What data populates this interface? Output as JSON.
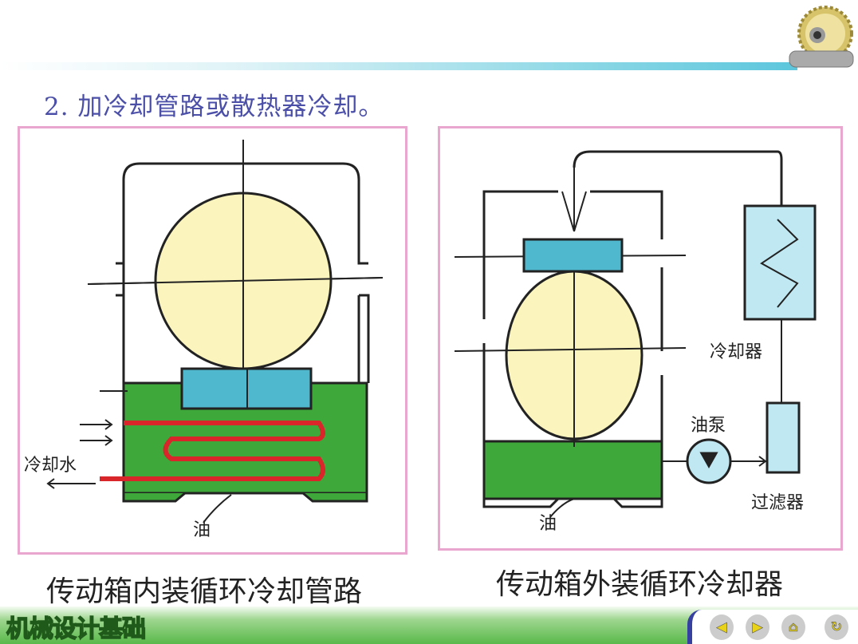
{
  "slide": {
    "title": "2. 加冷却管路或散热器冷却。"
  },
  "left_figure": {
    "caption": "传动箱内装循环冷却管路",
    "labels": {
      "cooling_water": "冷却水",
      "oil": "油"
    }
  },
  "right_figure": {
    "caption": "传动箱外装循环冷却器",
    "labels": {
      "cooler": "冷却器",
      "pump": "油泵",
      "filter": "过滤器",
      "oil": "油"
    }
  },
  "footer": {
    "brand": "机械设计基础",
    "nav": [
      {
        "icon": "prev-icon",
        "glyph": "◀"
      },
      {
        "icon": "next-icon",
        "glyph": "▶"
      },
      {
        "icon": "home-icon",
        "glyph": "⌂"
      },
      {
        "icon": "return-icon",
        "glyph": "↻"
      }
    ]
  },
  "colors": {
    "oil": "#3fa83a",
    "wheel": "#fbf4bd",
    "block": "#4fb8cf",
    "pipe": "#d8262a",
    "border": "#e9a6cf",
    "title": "#4b4fa8"
  }
}
